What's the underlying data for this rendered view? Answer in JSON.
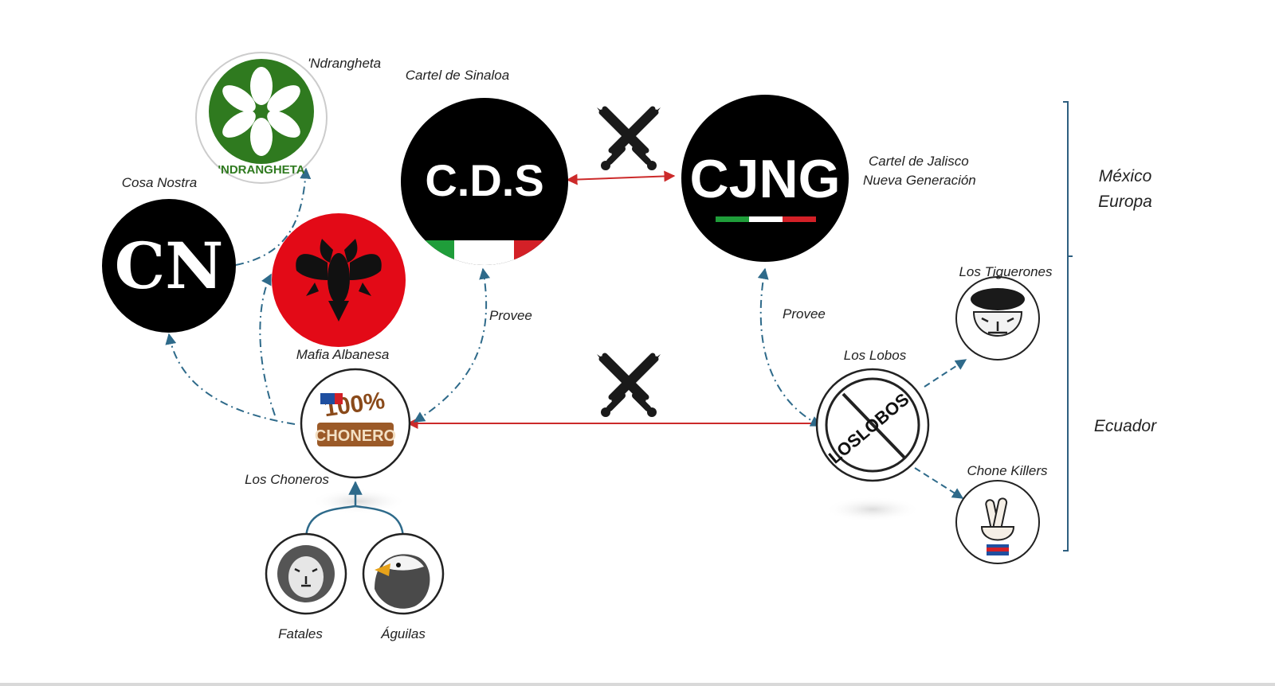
{
  "nodes": {
    "cds": {
      "label": "Cartel de Sinaloa",
      "logo_text": "C.D.S"
    },
    "cjng": {
      "label_line1": "Cartel de Jalisco",
      "label_line2": "Nueva Generación",
      "logo_text": "CJNG"
    },
    "ndrangheta": {
      "label": "'Ndrangheta",
      "logo_text": "'NDRANGHETA"
    },
    "cosa_nostra": {
      "label": "Cosa Nostra",
      "logo_text": "CN"
    },
    "mafia_albanesa": {
      "label": "Mafia Albanesa"
    },
    "choneros": {
      "label": "Los Choneros",
      "logo_text_top": "100%",
      "logo_text_bottom": "CHONERO"
    },
    "lobos": {
      "label": "Los Lobos",
      "logo_text": "LOSLOBOS"
    },
    "tiguerones": {
      "label": "Los Tiguerones"
    },
    "chone_killers": {
      "label": "Chone Killers"
    },
    "fatales": {
      "label": "Fatales"
    },
    "aguilas": {
      "label": "Águilas"
    }
  },
  "edge_labels": {
    "provee_left": "Provee",
    "provee_right": "Provee"
  },
  "regions": {
    "top_line1": "México",
    "top_line2": "Europa",
    "bottom": "Ecuador"
  },
  "colors": {
    "conflict_line": "#cc2a2a",
    "alliance_line": "#2e6a8a",
    "ndrangheta_green": "#2f7a1f",
    "albania_red": "#e30a17",
    "mx_green": "#1f9d3a",
    "mx_red": "#d32027",
    "region_bracket": "#2e5f80"
  },
  "icons": {
    "conflict": "crossed-swords-icon",
    "lion": "lion-icon",
    "eagle": "eagle-icon",
    "tiger": "tiger-icon",
    "hand": "crossed-fingers-icon",
    "albanian_eagle": "double-headed-eagle-icon"
  }
}
